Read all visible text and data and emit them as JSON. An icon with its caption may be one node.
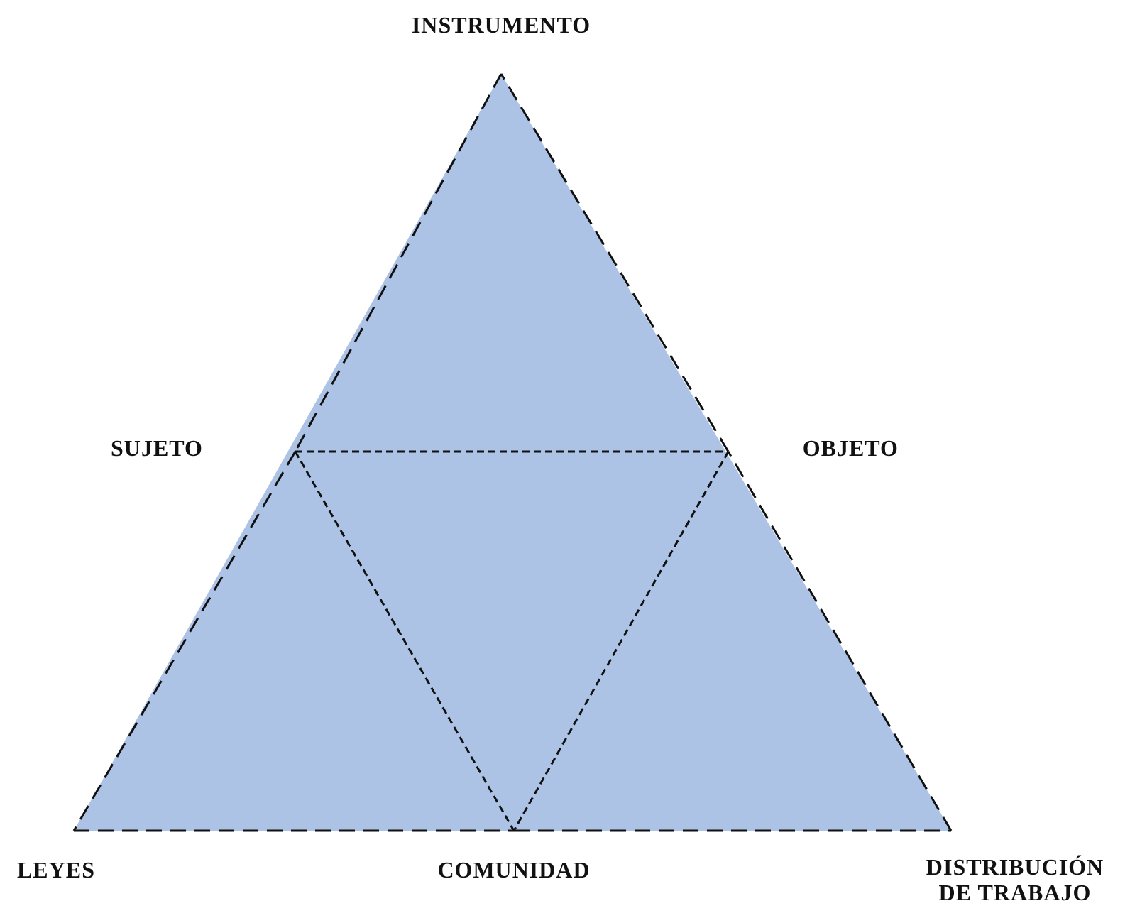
{
  "diagram": {
    "nodes": [
      {
        "text": [
          "INSTRUMENTO"
        ]
      },
      {
        "text": [
          "SUJETO"
        ]
      },
      {
        "text": [
          "OBJETO"
        ]
      },
      {
        "text": [
          "LEYES"
        ]
      },
      {
        "text": [
          "COMUNIDAD"
        ]
      },
      {
        "text": [
          "DISTRIBUCIÓN DE TRABAJO"
        ]
      }
    ],
    "edges": [
      {
        "from": 0,
        "to": 1,
        "arrow": "none",
        "style": "dashed"
      },
      {
        "from": 1,
        "to": 3,
        "arrow": "none",
        "style": "dashed"
      },
      {
        "from": 3,
        "to": 4,
        "arrow": "none",
        "style": "dashed"
      },
      {
        "from": 4,
        "to": 5,
        "arrow": "none",
        "style": "dashed"
      },
      {
        "from": 5,
        "to": 2,
        "arrow": "none",
        "style": "dashed"
      },
      {
        "from": 2,
        "to": 0,
        "arrow": "none",
        "style": "dashed"
      },
      {
        "from": 1,
        "to": 2,
        "arrow": "none",
        "style": "dashed"
      },
      {
        "from": 1,
        "to": 4,
        "arrow": "none",
        "style": "dashed"
      },
      {
        "from": 2,
        "to": 4,
        "arrow": "none",
        "style": "dashed"
      }
    ]
  }
}
